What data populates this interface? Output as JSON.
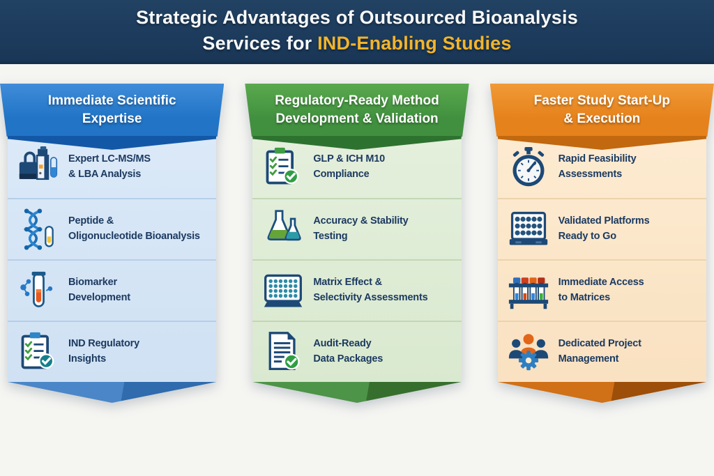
{
  "header": {
    "title_line1": "Strategic Advantages of Outsourced Bioanalysis",
    "title_line2_prefix": "Services for",
    "title_line2_highlight": "IND-Enabling Studies",
    "band_color": "#1c3a5b",
    "highlight_color": "#f2b42c",
    "text_color": "#f7f9fb"
  },
  "item_text_color": "#1c3a60",
  "columns": [
    {
      "title": "Immediate Scientific\nExpertise",
      "theme": {
        "accent": "#2174c6",
        "accent_light": "#3f8cd9",
        "accent_dark": "#1358a6",
        "panel": "#dbe9f8",
        "panel_2": "#cfe1f3",
        "divider": "#b6cfe9",
        "tail_light": "#4a86c8",
        "tail_dark": "#2f6bad"
      },
      "items": [
        {
          "icon": "mass-spectrometer-icon",
          "label": "Expert LC-MS/MS\n& LBA Analysis"
        },
        {
          "icon": "dna-helix-tube-icon",
          "label": "Peptide &\nOligonucleotide Bioanalysis"
        },
        {
          "icon": "biomarker-tube-icon",
          "label": "Biomarker\nDevelopment"
        },
        {
          "icon": "checklist-teal-check-icon",
          "label": "IND Regulatory\nInsights"
        }
      ]
    },
    {
      "title": "Regulatory-Ready Method\nDevelopment & Validation",
      "theme": {
        "accent": "#41903f",
        "accent_light": "#5aa94e",
        "accent_dark": "#2e7230",
        "panel": "#e4efdc",
        "panel_2": "#d9e9cf",
        "divider": "#c2d7b6",
        "tail_light": "#4d9348",
        "tail_dark": "#366f2d"
      },
      "items": [
        {
          "icon": "checklist-green-check-icon",
          "label": "GLP & ICH M10\nCompliance"
        },
        {
          "icon": "flasks-icon",
          "label": "Accuracy & Stability\nTesting"
        },
        {
          "icon": "microplate-icon",
          "label": "Matrix Effect &\nSelectivity Assessments"
        },
        {
          "icon": "audit-document-check-icon",
          "label": "Audit-Ready\nData Packages"
        }
      ]
    },
    {
      "title": "Faster Study Start-Up\n& Execution",
      "theme": {
        "accent": "#e6821c",
        "accent_light": "#f09a36",
        "accent_dark": "#c2680f",
        "panel": "#fdebd1",
        "panel_2": "#f9e1c1",
        "divider": "#ecd3ae",
        "tail_light": "#d07017",
        "tail_dark": "#9d4e08"
      },
      "items": [
        {
          "icon": "stopwatch-icon",
          "label": "Rapid Feasibility\nAssessments"
        },
        {
          "icon": "platform-plate-icon",
          "label": "Validated Platforms\nReady to Go"
        },
        {
          "icon": "test-tube-rack-icon",
          "label": "Immediate Access\nto Matrices"
        },
        {
          "icon": "team-gear-icon",
          "label": "Dedicated Project\nManagement"
        }
      ]
    }
  ]
}
